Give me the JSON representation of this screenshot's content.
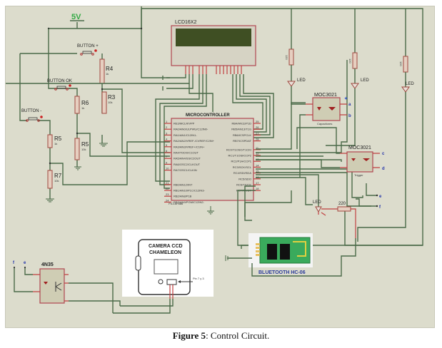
{
  "figure": {
    "caption_label": "Figure 5",
    "caption_text": ": Control Circuit."
  },
  "supply": {
    "label": "5V",
    "color": "#33aa44"
  },
  "lcd": {
    "label": "LCD16X2"
  },
  "buttons": [
    {
      "label": "BUTTON +"
    },
    {
      "label": "BUTTON OK"
    },
    {
      "label": "BUTTON -"
    }
  ],
  "resistors": [
    {
      "name": "R4",
      "value": "1k"
    },
    {
      "name": "R3",
      "value": "10k"
    },
    {
      "name": "R6",
      "value": "1k"
    },
    {
      "name": "R5",
      "value": "10k"
    },
    {
      "name": "R5",
      "value": "1k"
    },
    {
      "name": "R7",
      "value": "10k"
    },
    {
      "name": "",
      "value": "120"
    },
    {
      "name": "",
      "value": "120"
    },
    {
      "name": "",
      "value": "120"
    },
    {
      "name": "",
      "value": "220"
    }
  ],
  "microcontroller": {
    "title": "MICROCONTROLLER",
    "part": "PIC16F886",
    "left_pins": [
      {
        "num": "1",
        "name": "RE3/MCLR/VPP"
      },
      {
        "num": "2",
        "name": "RA0/AN0/ULPWU/C12IN0-"
      },
      {
        "num": "3",
        "name": "RA1/AN1/C12IN1-"
      },
      {
        "num": "4",
        "name": "RA2/AN2/VREF-/CVREF/C2IN+"
      },
      {
        "num": "5",
        "name": "RA3/AN3/VREF+/C1IN+"
      },
      {
        "num": "6",
        "name": "RA4/T0CKI/C1OUT"
      },
      {
        "num": "7",
        "name": "RA5/AN4/SS/C2OUT"
      },
      {
        "num": "9",
        "name": "RA6/OSC2/CLKOUT"
      },
      {
        "num": "10",
        "name": "RA7/OSC1/CLKIN"
      },
      {
        "num": "21",
        "name": "RB0/AN12/INT"
      },
      {
        "num": "22",
        "name": "RB1/AN10/P1C/C12IN3-"
      },
      {
        "num": "23",
        "name": "RB2/AN8/P1B"
      },
      {
        "num": "24",
        "name": "RB3/AN9/PGM/C12IN2-"
      }
    ],
    "right_pins": [
      {
        "num": "25",
        "name": "RB4/AN11/P1D"
      },
      {
        "num": "26",
        "name": "RB5/AN13/T1G"
      },
      {
        "num": "27",
        "name": "RB6/ICSPCLK"
      },
      {
        "num": "28",
        "name": "RB7/ICSPDAT"
      },
      {
        "num": "11",
        "name": "RC0/T1OSO/T1CKI"
      },
      {
        "num": "12",
        "name": "RC1/T1OSI/CCP2"
      },
      {
        "num": "13",
        "name": "RC2/P1A/CCP1"
      },
      {
        "num": "14",
        "name": "RC3/SCK/SCL"
      },
      {
        "num": "15",
        "name": "RC4/SDI/SDA"
      },
      {
        "num": "16",
        "name": "RC5/SDO"
      },
      {
        "num": "17",
        "name": "RC6/TX/CK"
      },
      {
        "num": "18",
        "name": "RC7/RX/DT"
      }
    ]
  },
  "leds": [
    {
      "label": "LED"
    },
    {
      "label": "LED"
    },
    {
      "label": "LED"
    },
    {
      "label": "LED"
    }
  ],
  "optotriacs": [
    {
      "part": "MOC3021",
      "name": "Capacitores",
      "terminals": [
        "a",
        "b"
      ]
    },
    {
      "part": "MOC3021",
      "name": "Trigger",
      "terminals": [
        "c",
        "d"
      ]
    }
  ],
  "loose_terminals": [
    "e",
    "f"
  ],
  "optocoupler": {
    "part": "4N35",
    "terminals": [
      "f",
      "e"
    ]
  },
  "bluetooth": {
    "label": "BLUETOOTH HC-06",
    "color": "#2a3a9a"
  },
  "camera": {
    "line1": "CAMERA CCD",
    "line2": "CHAMELEON",
    "pin_label": "Pin 7 y 3"
  }
}
